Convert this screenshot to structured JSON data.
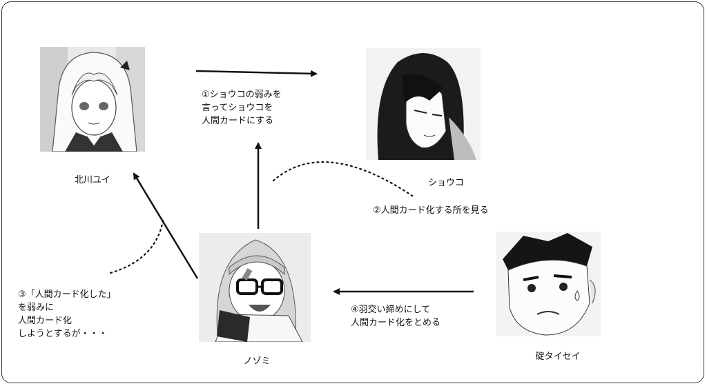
{
  "characters": {
    "yui": "北川ユイ",
    "shouko": "ショウコ",
    "nozomi": "ノゾミ",
    "taisei": "碇タイセイ"
  },
  "notes": {
    "step1": "①ショウコの弱みを\n言ってショウコを\n人間カードにする",
    "step2": "②人間カード化する所を見る",
    "step3": "③「人間カード化した」\nを弱みに\n人間カード化\nしようとするが・・・",
    "step4": "④羽交い締めにして\n人間カード化をとめる"
  },
  "icons": {
    "yui": "manga-girl-long-light-hair",
    "shouko": "manga-woman-long-black-hair",
    "nozomi": "manga-girl-glasses-smiling",
    "taisei": "manga-boy-short-hair-sweating"
  }
}
